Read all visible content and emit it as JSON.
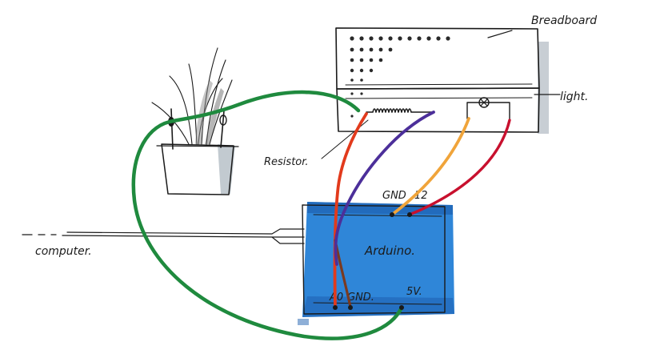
{
  "labels": {
    "breadboard": "Breadboard",
    "light": "light.",
    "resistor": "Resistor.",
    "computer": "computer.",
    "arduino": "Arduino.",
    "pin_gnd_top": "GND",
    "pin_12": "12",
    "pin_a0": "A0",
    "pin_gnd_bottom": "GND.",
    "pin_5v": "5V."
  },
  "colors": {
    "arduino_fill": "#2f86d8",
    "arduino_dark": "#1d5fb0",
    "wire_green": "#1f8a3e",
    "wire_red": "#e23a1c",
    "wire_purple": "#4c2f9a",
    "wire_orange": "#f0a43a",
    "wire_crimson": "#c8102e",
    "wire_brown": "#7a3a20",
    "shadow_gray": "#9aa6b0"
  },
  "icons": {
    "plant": "potted-plant-icon",
    "lamp": "lamp-symbol-icon",
    "resistor": "resistor-coil-icon"
  }
}
